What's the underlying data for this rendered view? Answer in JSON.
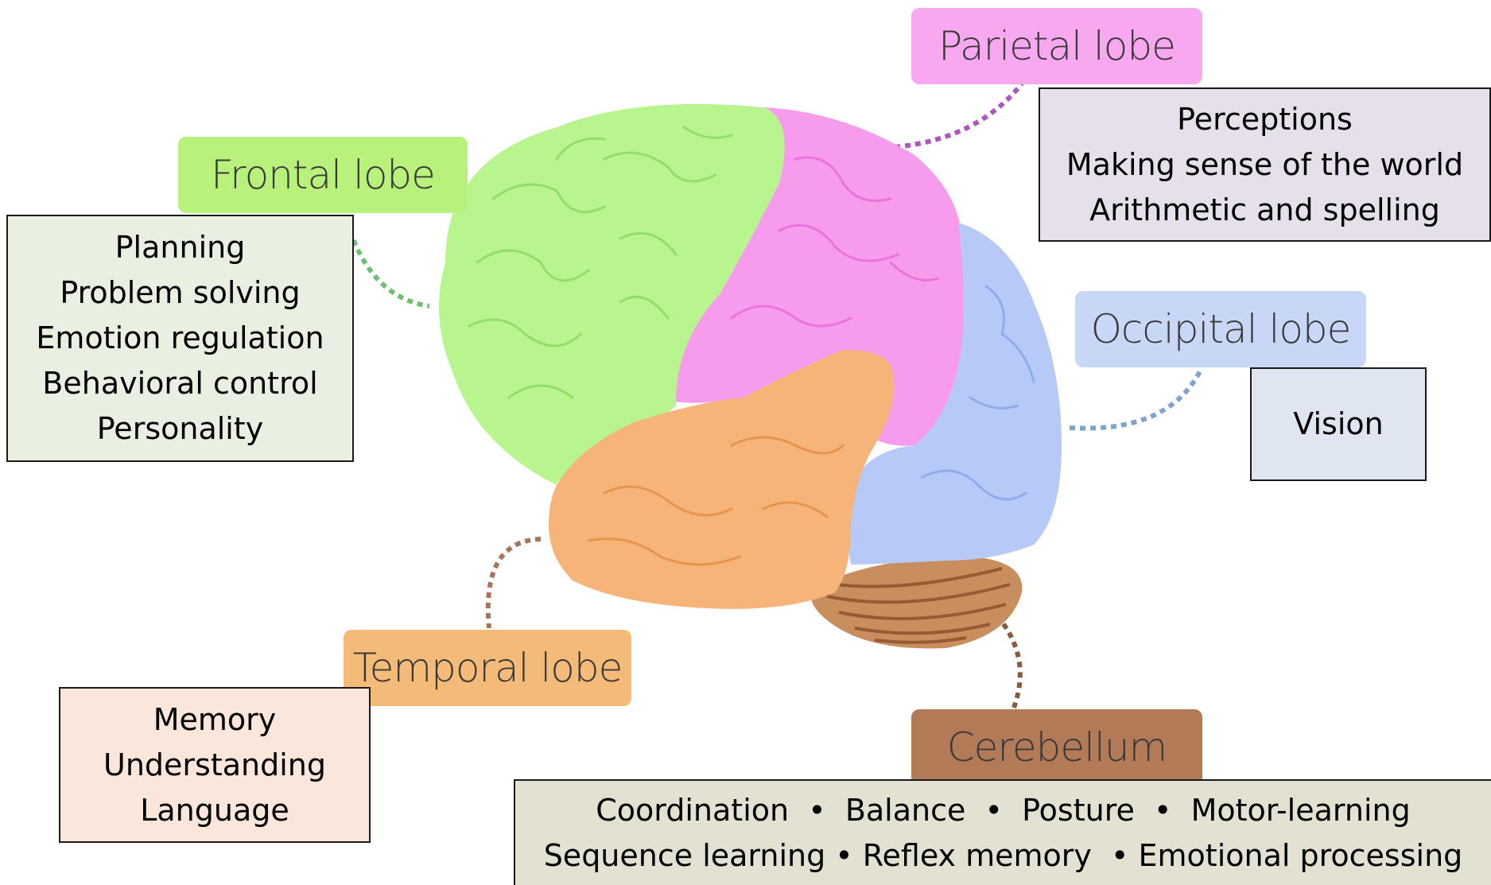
{
  "lobes": {
    "frontal": {
      "label": "Frontal lobe",
      "color": "#b8f27c",
      "brain_color": "#b9f58f",
      "functions": [
        "Planning",
        "Problem solving",
        "Emotion regulation",
        "Behavioral control",
        "Personality"
      ],
      "box_color": "#e9efe1"
    },
    "parietal": {
      "label": "Parietal lobe",
      "color": "#f7a8f0",
      "brain_color": "#f79cec",
      "functions": [
        "Perceptions",
        "Making sense of the world",
        "Arithmetic and spelling"
      ],
      "box_color": "#e5e0ec"
    },
    "occipital": {
      "label": "Occipital lobe",
      "color": "#c9d7f7",
      "brain_color": "#b7c9f6",
      "functions": [
        "Vision"
      ],
      "box_color": "#dfe6f1"
    },
    "temporal": {
      "label": "Temporal lobe",
      "color": "#f4bb78",
      "brain_color": "#f6b479",
      "functions": [
        "Memory",
        "Understanding",
        "Language"
      ],
      "box_color": "#fbe6dc"
    },
    "cerebellum": {
      "label": "Cerebellum",
      "color": "#b37a57",
      "brain_color": "#c98e5e",
      "functions": [
        "Coordination  •  Balance  •  Posture  •  Motor-learning",
        "Sequence learning • Reflex memory  • Emotional processing"
      ],
      "box_color": "#e3e1d2"
    }
  }
}
